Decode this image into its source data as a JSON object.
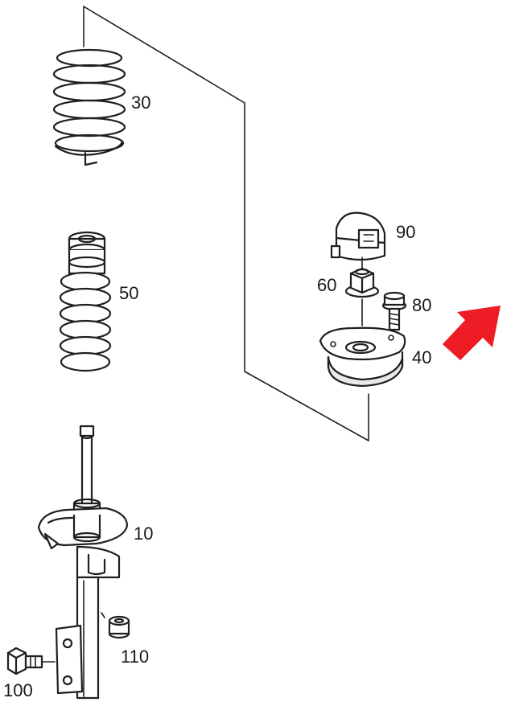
{
  "parts": {
    "p30": "30",
    "p50": "50",
    "p90": "90",
    "p60": "60",
    "p80": "80",
    "p40": "40",
    "p10": "10",
    "p110": "110",
    "p100": "100"
  },
  "highlight": {
    "arrow_color": "#ee1c25",
    "target_part": "40"
  },
  "colors": {
    "line": "#1f1f1f",
    "background": "#ffffff"
  }
}
